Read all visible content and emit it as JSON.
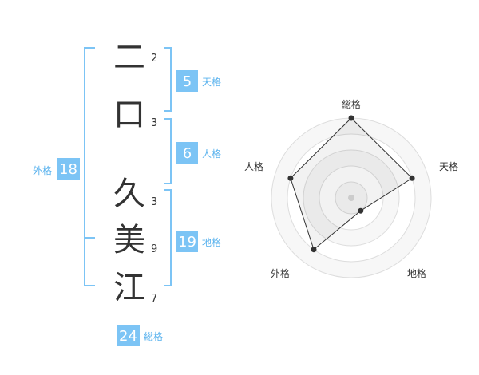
{
  "name_chars": [
    {
      "char": "二",
      "strokes": "2"
    },
    {
      "char": "口",
      "strokes": "3"
    },
    {
      "char": "久",
      "strokes": "3"
    },
    {
      "char": "美",
      "strokes": "9"
    },
    {
      "char": "江",
      "strokes": "7"
    }
  ],
  "fortunes": {
    "tenkaku": {
      "label": "天格",
      "value": "5"
    },
    "jinkaku": {
      "label": "人格",
      "value": "6"
    },
    "chikaku": {
      "label": "地格",
      "value": "19"
    },
    "gaikaku": {
      "label": "外格",
      "value": "18"
    },
    "soukaku": {
      "label": "総格",
      "value": "24"
    }
  },
  "radar": {
    "labels": {
      "soukaku": "総格",
      "tenkaku": "天格",
      "chikaku": "地格",
      "gaikaku": "外格",
      "jinkaku": "人格"
    },
    "scores": {
      "soukaku": 5,
      "tenkaku": 4,
      "chikaku": 1,
      "gaikaku": 4,
      "jinkaku": 4
    },
    "max": 5
  },
  "colors": {
    "accent": "#5bb3ee",
    "badge": "#7cc4f5",
    "text": "#333333"
  }
}
